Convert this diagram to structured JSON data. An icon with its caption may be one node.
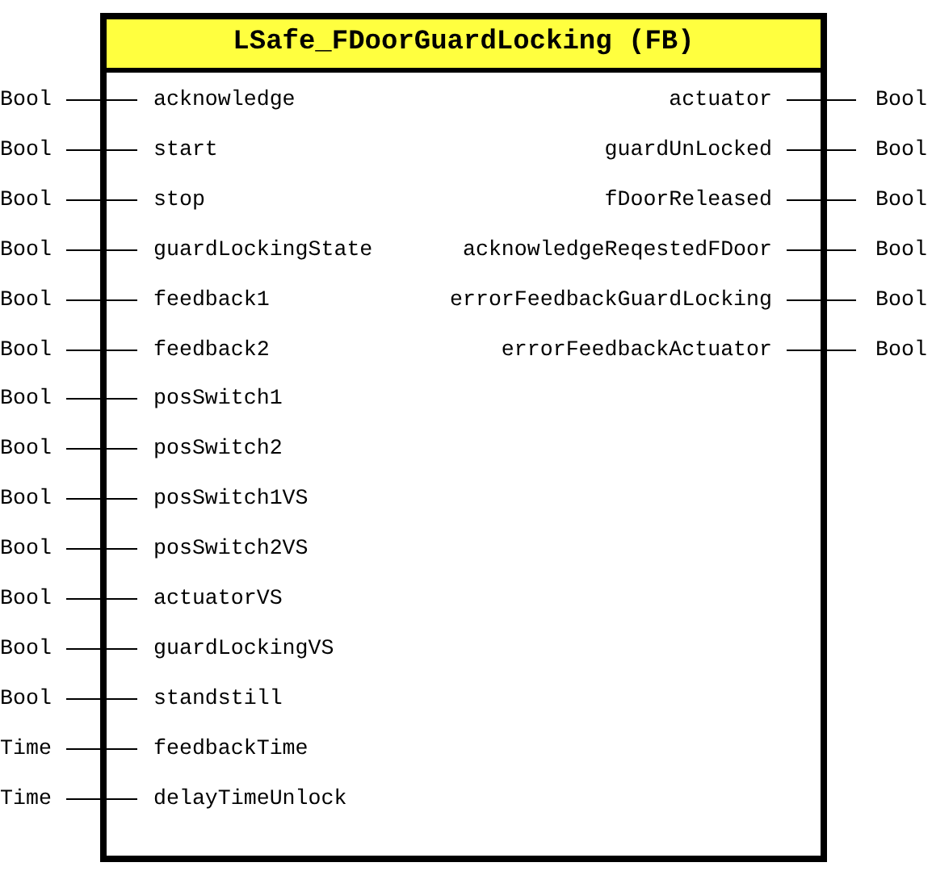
{
  "diagram": {
    "nodes": [
      {
        "text": [
          "LSafe_FDoorGuardLocking (FB)"
        ]
      },
      {
        "text": [
          "Bool"
        ]
      },
      {
        "text": [
          "acknowledge"
        ],
        "in": 0
      },
      {
        "text": [
          "actuator"
        ],
        "in": 0
      },
      {
        "text": [
          "Bool"
        ]
      },
      {
        "text": [
          "Bool"
        ]
      },
      {
        "text": [
          "start"
        ],
        "in": 0
      },
      {
        "text": [
          "guardUnLocked"
        ],
        "in": 0
      },
      {
        "text": [
          "Bool"
        ]
      },
      {
        "text": [
          "Bool"
        ]
      },
      {
        "text": [
          "stop"
        ],
        "in": 0
      },
      {
        "text": [
          "fDoorReleased"
        ],
        "in": 0
      },
      {
        "text": [
          "Bool"
        ]
      },
      {
        "text": [
          "Bool"
        ]
      },
      {
        "text": [
          "guardLockingState"
        ],
        "in": 0
      },
      {
        "text": [
          "acknowledgeReqestedFDoor"
        ],
        "in": 0
      },
      {
        "text": [
          "Bool"
        ]
      },
      {
        "text": [
          "Bool"
        ]
      },
      {
        "text": [
          "feedback1"
        ],
        "in": 0
      },
      {
        "text": [
          "errorFeedbackGuardLocking"
        ],
        "in": 0
      },
      {
        "text": [
          "Bool"
        ]
      },
      {
        "text": [
          "Bool"
        ]
      },
      {
        "text": [
          "feedback2"
        ],
        "in": 0
      },
      {
        "text": [
          "errorFeedbackActuator"
        ],
        "in": 0
      },
      {
        "text": [
          "Bool"
        ]
      },
      {
        "text": [
          "Bool"
        ]
      },
      {
        "text": [
          "posSwitch1"
        ],
        "in": 0
      },
      {
        "text": [
          "Bool"
        ]
      },
      {
        "text": [
          "posSwitch2"
        ],
        "in": 0
      },
      {
        "text": [
          "Bool"
        ]
      },
      {
        "text": [
          "posSwitch1VS"
        ],
        "in": 0
      },
      {
        "text": [
          "Bool"
        ]
      },
      {
        "text": [
          "posSwitch2VS"
        ],
        "in": 0
      },
      {
        "text": [
          "Bool"
        ]
      },
      {
        "text": [
          "actuatorVS"
        ],
        "in": 0
      },
      {
        "text": [
          "Bool"
        ]
      },
      {
        "text": [
          "guardLockingVS"
        ],
        "in": 0
      },
      {
        "text": [
          "Bool"
        ]
      },
      {
        "text": [
          "standstill"
        ],
        "in": 0
      },
      {
        "text": [
          "Time"
        ]
      },
      {
        "text": [
          "feedbackTime"
        ],
        "in": 0
      },
      {
        "text": [
          "Time"
        ]
      },
      {
        "text": [
          "delayTimeUnlock"
        ],
        "in": 0
      }
    ],
    "edges": [
      {
        "from": 1,
        "to": 2,
        "arrow": "none"
      },
      {
        "from": 3,
        "to": 4,
        "arrow": "none"
      },
      {
        "from": 5,
        "to": 6,
        "arrow": "none"
      },
      {
        "from": 7,
        "to": 8,
        "arrow": "none"
      },
      {
        "from": 9,
        "to": 10,
        "arrow": "none"
      },
      {
        "from": 11,
        "to": 12,
        "arrow": "none"
      },
      {
        "from": 13,
        "to": 14,
        "arrow": "none"
      },
      {
        "from": 15,
        "to": 16,
        "arrow": "none"
      },
      {
        "from": 17,
        "to": 18,
        "arrow": "none"
      },
      {
        "from": 19,
        "to": 20,
        "arrow": "none"
      },
      {
        "from": 21,
        "to": 22,
        "arrow": "none"
      },
      {
        "from": 23,
        "to": 24,
        "arrow": "none"
      },
      {
        "from": 25,
        "to": 26,
        "arrow": "none"
      },
      {
        "from": 27,
        "to": 28,
        "arrow": "none"
      },
      {
        "from": 29,
        "to": 30,
        "arrow": "none"
      },
      {
        "from": 31,
        "to": 32,
        "arrow": "none"
      },
      {
        "from": 33,
        "to": 34,
        "arrow": "none"
      },
      {
        "from": 35,
        "to": 36,
        "arrow": "none"
      },
      {
        "from": 37,
        "to": 38,
        "arrow": "none"
      },
      {
        "from": 39,
        "to": 40,
        "arrow": "none"
      },
      {
        "from": 41,
        "to": 42,
        "arrow": "none"
      }
    ]
  }
}
